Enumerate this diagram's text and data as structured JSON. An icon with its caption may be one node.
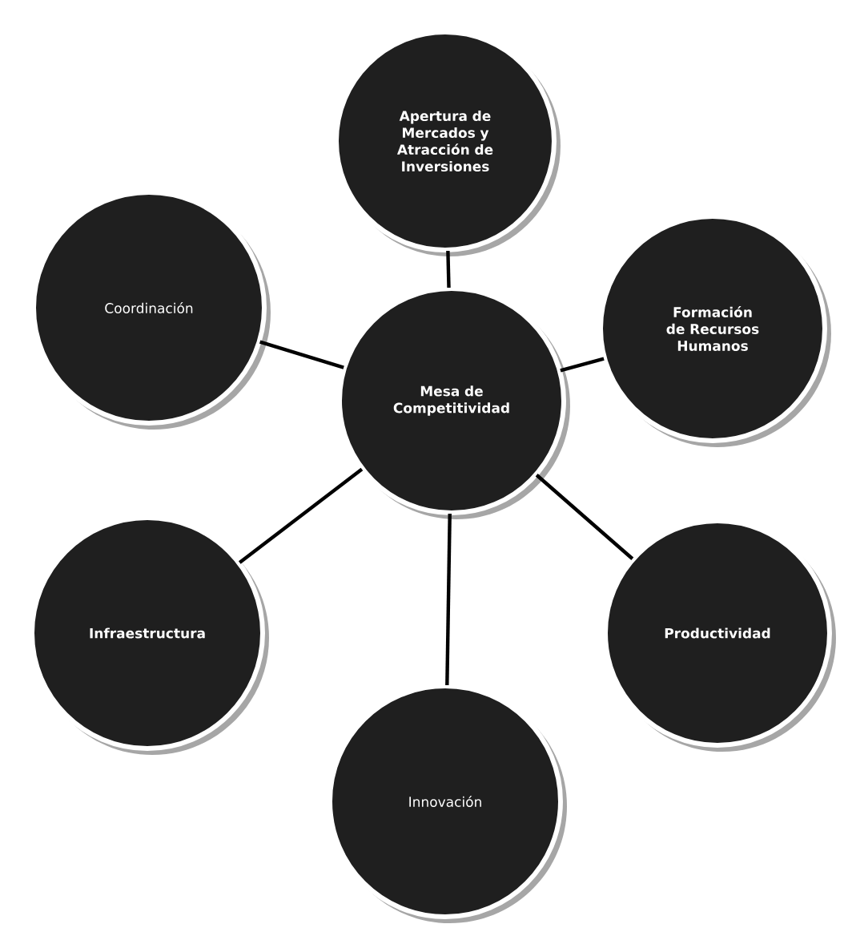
{
  "diagram": {
    "nodes": [
      {
        "text": [
          "Apertura de Mercados y Atracción de Inversiones"
        ]
      },
      {
        "text": [
          "Coordinación"
        ]
      },
      {
        "text": [
          "Formación de Recursos Humanos"
        ]
      },
      {
        "text": [
          "Mesa de Competitividad"
        ]
      },
      {
        "text": [
          "Infraestructura"
        ]
      },
      {
        "text": [
          "Productividad"
        ]
      },
      {
        "text": [
          "Innovación"
        ]
      }
    ],
    "edges": [
      {
        "from": 3,
        "to": 0,
        "arrow": "none"
      },
      {
        "from": 3,
        "to": 1,
        "arrow": "none"
      },
      {
        "from": 3,
        "to": 2,
        "arrow": "none"
      },
      {
        "from": 3,
        "to": 4,
        "arrow": "none"
      },
      {
        "from": 3,
        "to": 5,
        "arrow": "none"
      },
      {
        "from": 3,
        "to": 6,
        "arrow": "none"
      }
    ]
  }
}
